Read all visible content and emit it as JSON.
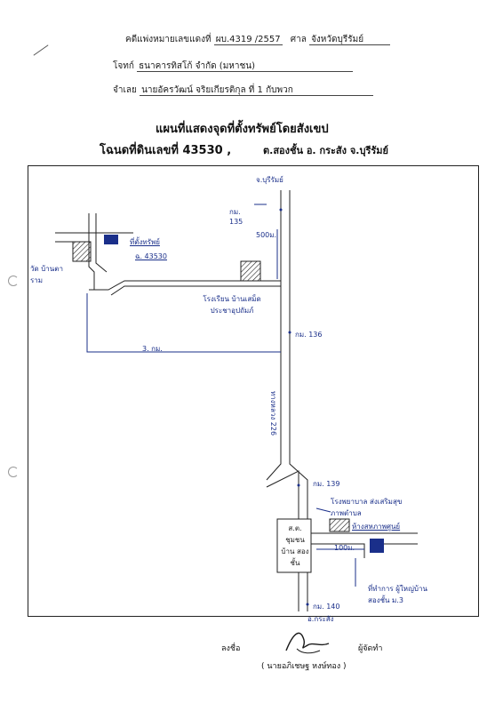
{
  "header": {
    "case_label": "คดีแพ่งหมายเลขแดงที่",
    "case_value": "ผบ.4319 /2557",
    "court_label": "ศาล",
    "court_value": "จังหวัดบุรีรัมย์",
    "plaintiff_label": "โจทก์",
    "plaintiff_value": "ธนาคารทิสโก้ จำกัด (มหาชน)",
    "defendant_label": "จำเลย",
    "defendant_value": "นายอัครวัฒน์ จริยเกียรติกุล ที่ 1 กับพวก"
  },
  "title": {
    "line1": "แผนที่แสดงจุดที่ตั้งทรัพย์โดยสังเขป",
    "deed": "โฉนดที่ดินเลขที่ 43530 ,",
    "location": "ต.สองชั้น อ. กระสัง จ.บุรีรัมย์"
  },
  "map": {
    "labels": {
      "to_buriram": "จ.บุรีรัมย์",
      "km135": "กม. 135",
      "dist_500m": "500ม.",
      "property": "ที่ตั้งทรัพย์",
      "deed_no": "ฉ. 43530",
      "temple": "วัด บ้านตาราม",
      "school": "โรงเรียน บ้านเสม็ด ประชาอุปถัมภ์",
      "km136": "กม. 136",
      "dist_3km": "3. กม.",
      "highway": "ทางหลวง 226",
      "km139": "กม. 139",
      "hospital": "โรงพยาบาล ส่งเสริมสุขภาพตำบล",
      "health_center": "ห้างสหภาพศูนย์",
      "police": "ส.ต. ชุมชน บ้าน สองชั้น",
      "dist_100m": "100ม.",
      "headman_house": "ที่ทำการ ผู้ใหญ่บ้านสองชั้น ม.3",
      "km140": "กม. 140",
      "to_krasang": "อ.กระสัง"
    }
  },
  "footer": {
    "sign_label": "ลงชื่อ",
    "maker_label": "ผู้จัดทำ",
    "signer_name": "( นายอภิเชษฐ หงษ์ทอง )"
  }
}
